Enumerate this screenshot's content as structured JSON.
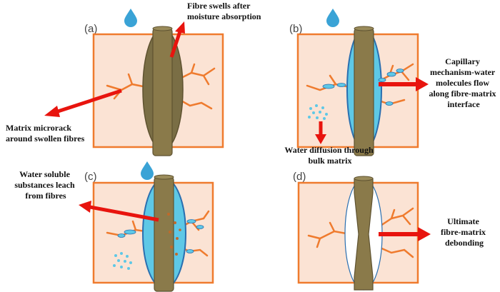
{
  "colors": {
    "matrix_fill": "#fbe3d4",
    "matrix_border": "#ef7b2e",
    "crack": "#ef7b2e",
    "fibre": "#8a7a4a",
    "fibre_dark": "#5e5230",
    "swollen_fibre": "#7a6e45",
    "water_interface": "#5ec8e6",
    "interface_border": "#2a6fb0",
    "droplet": "#3aa3d6",
    "arrow": "#e8140e",
    "leached_dots": "#c06a2a"
  },
  "panels": [
    {
      "label": "(a)",
      "annotations": [
        {
          "lines": [
            "Fibre swells after",
            "moisture absorption"
          ]
        },
        {
          "lines": [
            "Matrix microrack",
            "around swollen fibres"
          ]
        }
      ]
    },
    {
      "label": "(b)",
      "annotations": [
        {
          "lines": [
            "Capillary",
            "mechanism-water",
            "molecules flow",
            "along fibre-matrix",
            "interface"
          ]
        },
        {
          "lines": [
            "Water diffusion through",
            "bulk matrix"
          ]
        }
      ]
    },
    {
      "label": "(c)",
      "annotations": [
        {
          "lines": [
            "Water soluble",
            "substances leach",
            "from fibres"
          ]
        }
      ]
    },
    {
      "label": "(d)",
      "annotations": [
        {
          "lines": [
            "Ultimate",
            "fibre-matrix",
            "debonding"
          ]
        }
      ]
    }
  ]
}
